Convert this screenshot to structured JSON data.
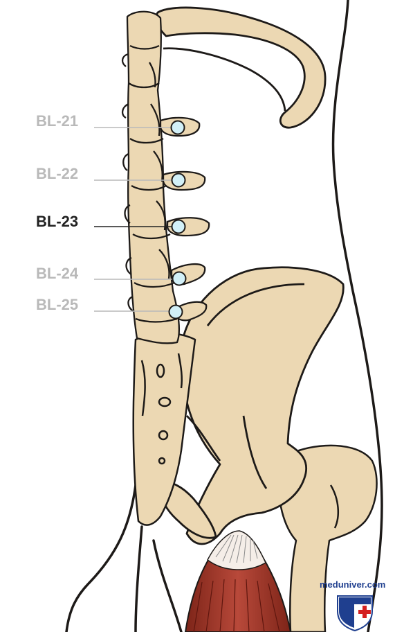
{
  "colors": {
    "bone": "#ecd8b3",
    "bone_shade": "#d6bb8c",
    "outline": "#1d1a18",
    "label_dim": "#b9b9b9",
    "label_active": "#222222",
    "point_fill": "#d2f0f8",
    "muscle_red": "#a53a2c",
    "tendon": "#f5eee8",
    "watermark_blue": "#1f3f8f",
    "watermark_red": "#d42020"
  },
  "acupoints": [
    {
      "label": "BL-21",
      "active": false
    },
    {
      "label": "BL-22",
      "active": false
    },
    {
      "label": "BL-23",
      "active": true
    },
    {
      "label": "BL-24",
      "active": false
    },
    {
      "label": "BL-25",
      "active": false
    }
  ],
  "watermark": {
    "text": "meduniver.com",
    "icon": "shield-cross-icon"
  }
}
